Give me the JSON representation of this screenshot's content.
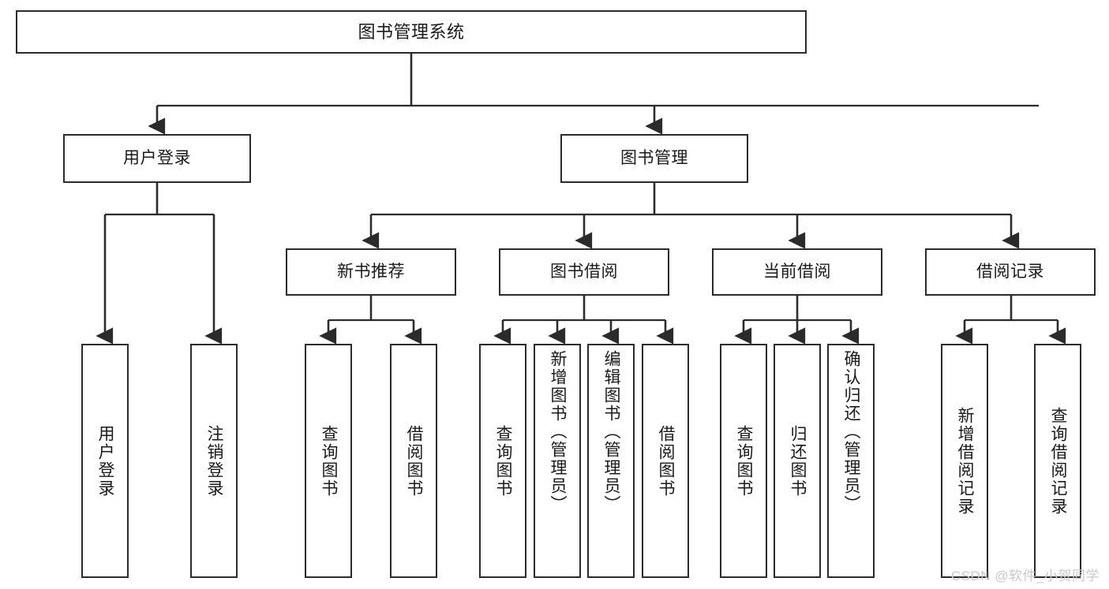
{
  "diagram": {
    "title": "图书管理系统",
    "type": "tree",
    "watermark": "CSDN @软件_小贺同学",
    "colors": {
      "box_border": "#2b2b2b",
      "box_fill": "#ffffff",
      "connector": "#2b2b2b",
      "background": "#ffffff",
      "watermark": "#c9c9c9"
    },
    "nodes": {
      "root": {
        "label": "图书管理系统"
      },
      "level1": [
        {
          "id": "user-login",
          "label": "用户登录"
        },
        {
          "id": "book-management",
          "label": "图书管理"
        }
      ],
      "level2": [
        {
          "id": "new-book-recommend",
          "label": "新书推荐",
          "parent": "book-management"
        },
        {
          "id": "book-borrow",
          "label": "图书借阅",
          "parent": "book-management"
        },
        {
          "id": "current-borrow",
          "label": "当前借阅",
          "parent": "book-management"
        },
        {
          "id": "borrow-record",
          "label": "借阅记录",
          "parent": "book-management"
        }
      ],
      "leaves": [
        {
          "id": "leaf-user-login",
          "label": "用户登录",
          "parent": "user-login"
        },
        {
          "id": "leaf-logout",
          "label": "注销登录",
          "parent": "user-login"
        },
        {
          "id": "leaf-query-book-1",
          "label": "查询图书",
          "parent": "new-book-recommend"
        },
        {
          "id": "leaf-borrow-book-1",
          "label": "借阅图书",
          "parent": "new-book-recommend"
        },
        {
          "id": "leaf-query-book-2",
          "label": "查询图书",
          "parent": "book-borrow"
        },
        {
          "id": "leaf-add-book",
          "label": "新增图书（管理员）",
          "parent": "book-borrow"
        },
        {
          "id": "leaf-edit-book",
          "label": "编辑图书（管理员）",
          "parent": "book-borrow"
        },
        {
          "id": "leaf-borrow-book-2",
          "label": "借阅图书",
          "parent": "book-borrow"
        },
        {
          "id": "leaf-query-book-3",
          "label": "查询图书",
          "parent": "current-borrow"
        },
        {
          "id": "leaf-return-book",
          "label": "归还图书",
          "parent": "current-borrow"
        },
        {
          "id": "leaf-confirm-return",
          "label": "确认归还（管理员）",
          "parent": "current-borrow"
        },
        {
          "id": "leaf-add-record",
          "label": "新增借阅记录",
          "parent": "borrow-record"
        },
        {
          "id": "leaf-query-record",
          "label": "查询借阅记录",
          "parent": "borrow-record"
        }
      ]
    }
  }
}
